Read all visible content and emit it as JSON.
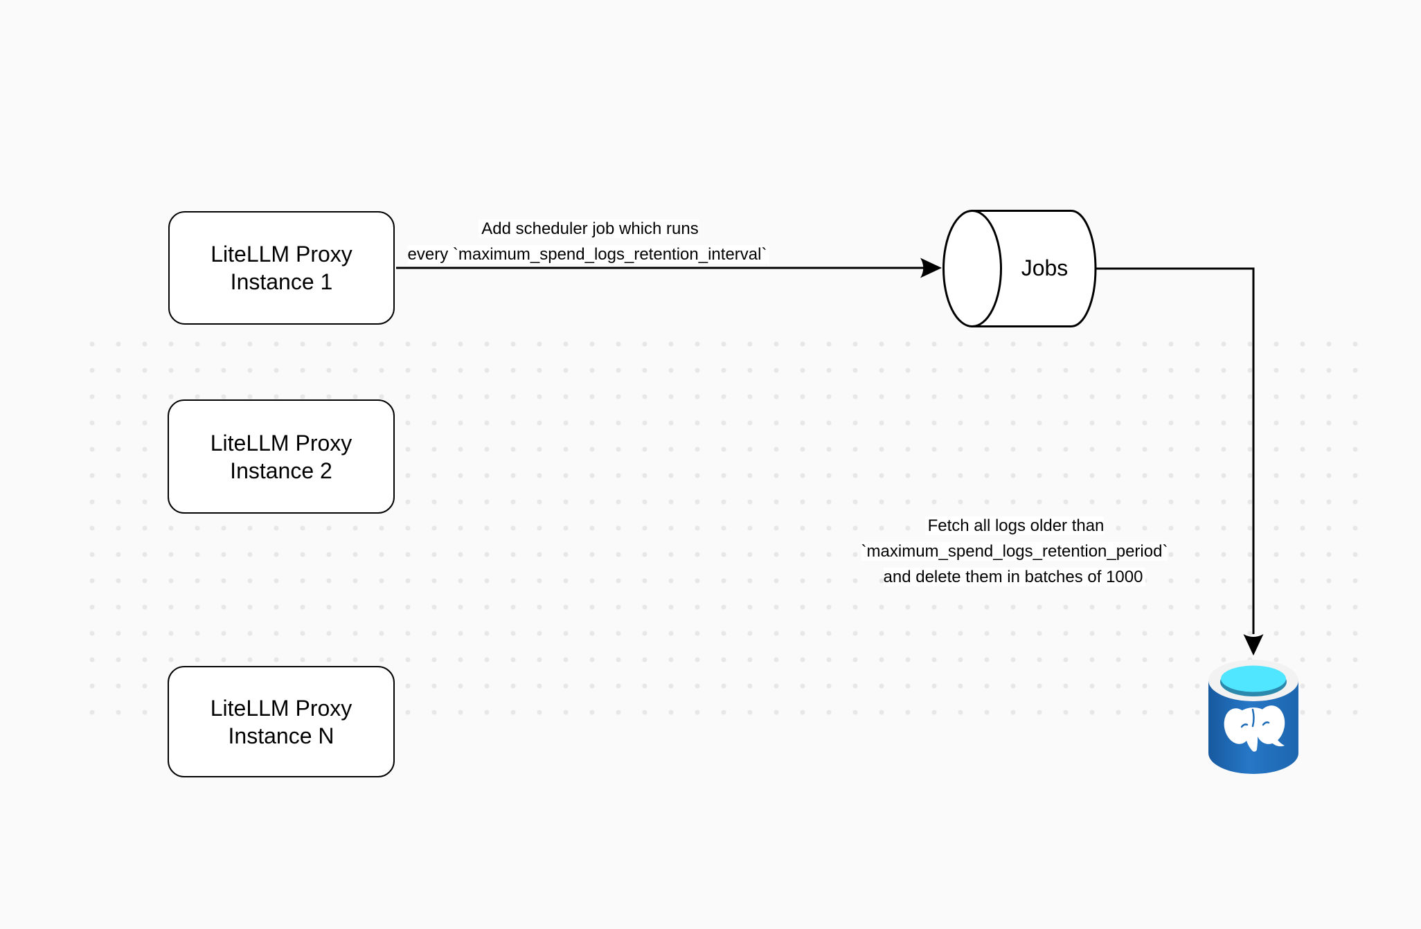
{
  "diagram": {
    "background_color": "#fafafa",
    "dot_color": "#e7e7e7",
    "stroke_color": "#000000",
    "nodes": {
      "instance1": {
        "label": "LiteLLM Proxy\nInstance 1"
      },
      "instance2": {
        "label": "LiteLLM Proxy\nInstance 2"
      },
      "instanceN": {
        "label": "LiteLLM Proxy\nInstance N"
      },
      "jobs": {
        "label": "Jobs"
      },
      "database": {
        "icon": "postgresql-database-icon"
      }
    },
    "edges": {
      "scheduler": {
        "label": "Add scheduler job which runs\nevery `maximum_spend_logs_retention_interval`"
      },
      "cleanup": {
        "label": "Fetch all logs older than\n`maximum_spend_logs_retention_period`\nand delete them in batches of 1000"
      }
    },
    "database_colors": {
      "body_blue_dark": "#17599f",
      "body_blue": "#2677c6",
      "body_blue_right": "#1d66af",
      "rim": "#f2f2f2",
      "opening_cyan": "#50e6ff",
      "opening_shadow": "#2b89ad",
      "elephant": "#ffffff",
      "eye_line": "#1f6db6"
    }
  }
}
